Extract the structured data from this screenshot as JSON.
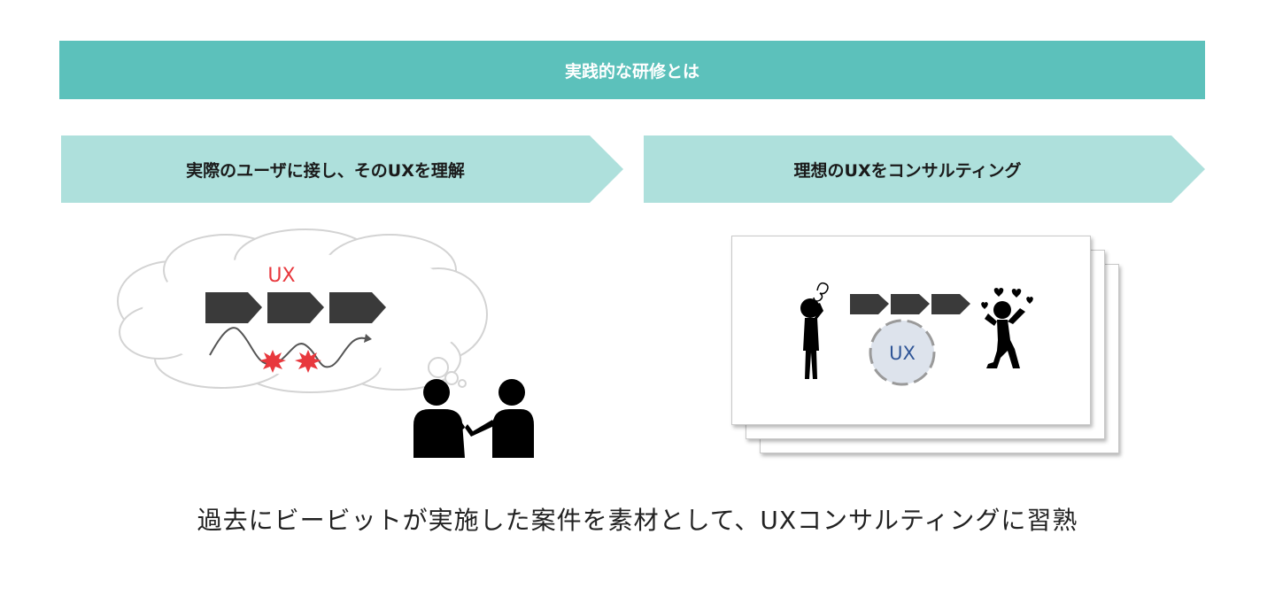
{
  "header": {
    "title": "実践的な研修とは"
  },
  "steps": [
    {
      "label": "実際のユーザに接し、そのUXを理解"
    },
    {
      "label": "理想のUXをコンサルティング"
    }
  ],
  "left_illustration": {
    "cloud_label": "UX"
  },
  "right_illustration": {
    "circle_label": "UX"
  },
  "footer": {
    "caption": "過去にビービットが実施した案件を素材として、UXコンサルティングに習熟"
  },
  "colors": {
    "header": "#5cc1bb",
    "step_arrow": "#aee0dc",
    "ux_red": "#e8383d",
    "ux_blue": "#2f5597",
    "chevron": "#3a3a3a"
  }
}
